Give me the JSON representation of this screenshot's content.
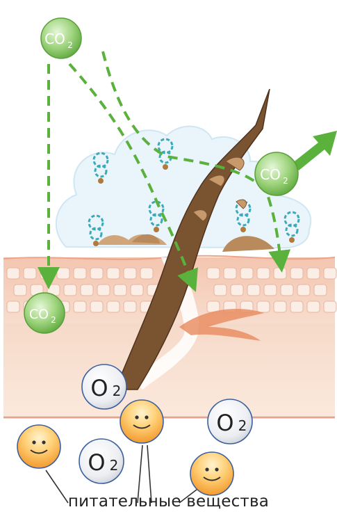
{
  "molecules": {
    "co2_label": "CO",
    "co2_subscript": "2",
    "o2_label": "O",
    "o2_subscript": "2"
  },
  "caption": "питательные вещества",
  "colors": {
    "co2_fill": "#8dcf6a",
    "arrow_green": "#5ab13b",
    "hair": "#6e4a2e",
    "skin": "#f3c7b0",
    "nutrient": "#f6a83a"
  }
}
